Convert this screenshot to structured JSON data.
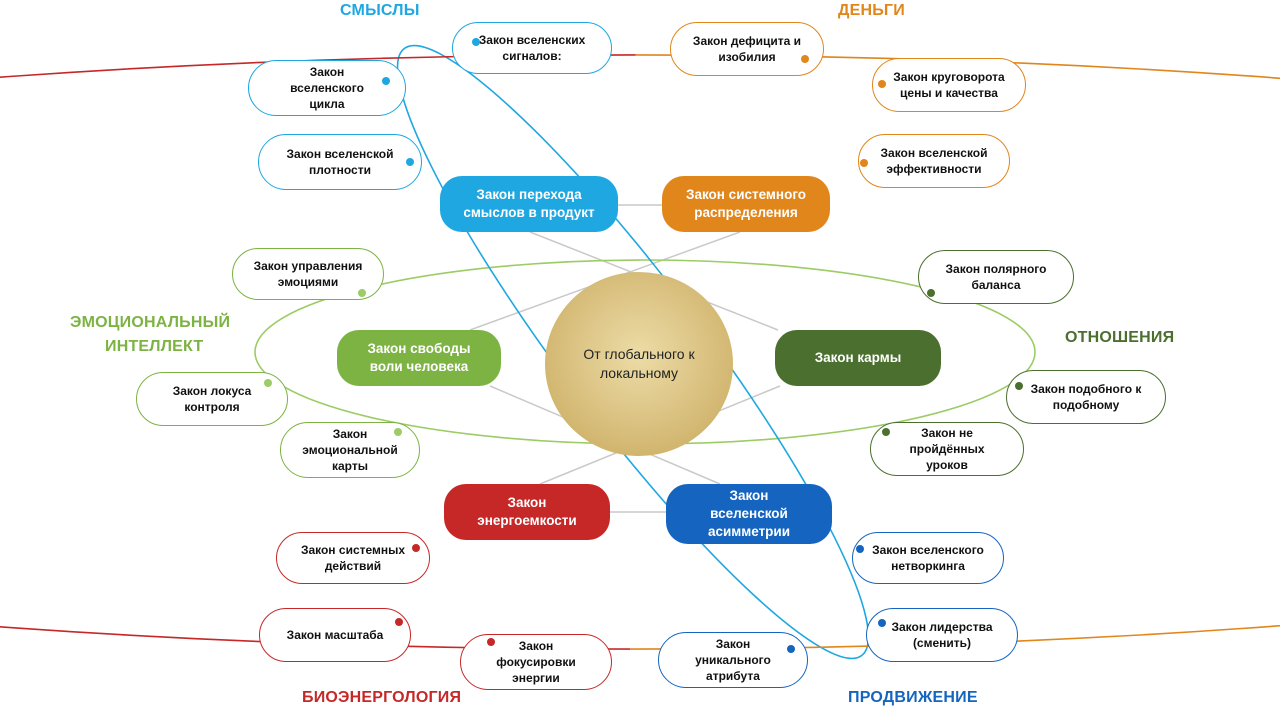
{
  "center": {
    "label": "От глобального к локальному"
  },
  "categories": {
    "smysly": "СМЫСЛЫ",
    "dengi": "ДЕНЬГИ",
    "ei_line1": "ЭМОЦИОНАЛЬНЫЙ",
    "ei_line2": "ИНТЕЛЛЕКТ",
    "otnosheniya": "ОТНОШЕНИЯ",
    "bioenergologiya": "БИОЭНЕРГОЛОГИЯ",
    "prodvizhenie": "ПРОДВИЖЕНИЕ"
  },
  "main": {
    "smysly": "Закон перехода смыслов в продукт",
    "dengi": "Закон системного распределения",
    "ei": "Закон свободы воли человека",
    "otnosheniya": "Закон кармы",
    "bio": "Закон энергоемкости",
    "prod": "Закон вселенской асимметрии"
  },
  "laws": {
    "signals": "Закон вселенских сигналов:",
    "cycle": "Закон вселенского цикла",
    "density": "Закон вселенской плотности",
    "deficit": "Закон дефицита и изобилия",
    "circulation": "Закон круговорота цены и качества",
    "efficiency": "Закон вселенской эффективности",
    "emotions": "Закон управления эмоциями",
    "locus": "Закон локуса контроля",
    "emomap": "Закон эмоциональной карты",
    "polar": "Закон полярного баланса",
    "similar": "Закон подобного к подобному",
    "lessons": "Закон не пройдённых уроков",
    "sysactions": "Закон системных действий",
    "scale": "Закон масштаба",
    "focus": "Закон фокусировки энергии",
    "networking": "Закон вселенского нетворкинга",
    "leadership": "Закон лидерства (сменить)",
    "unique": "Закон уникального атрибута"
  },
  "colors": {
    "smysly": "#1ea7e1",
    "dengi": "#e0861b",
    "ei": "#7cb342",
    "otnosheniya": "#4b6f2f",
    "bio": "#c62828",
    "prod": "#1565c0",
    "gold": "#d4bc7a"
  }
}
